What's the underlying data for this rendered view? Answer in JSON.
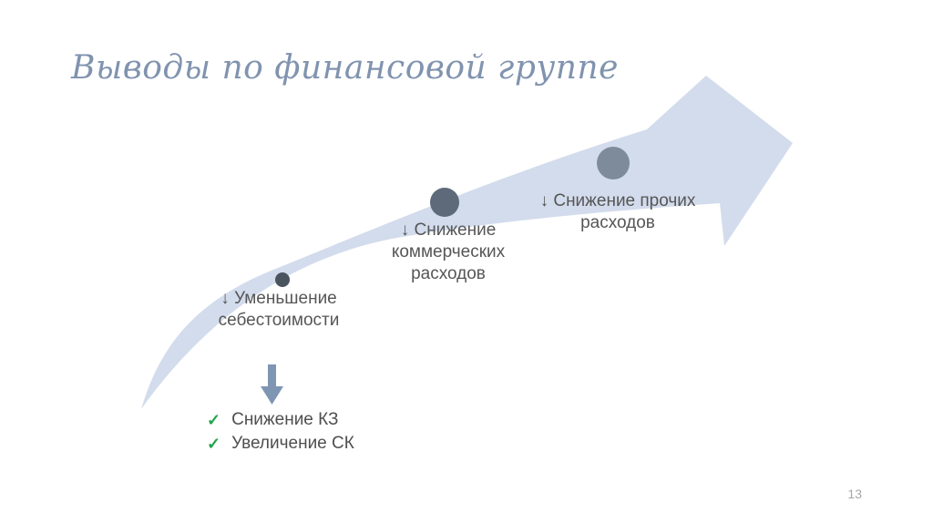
{
  "slide": {
    "title": "Выводы по финансовой группе",
    "page_number": "13"
  },
  "diagram": {
    "steps": [
      {
        "label": "↓ Уменьшение\nсебестоимости"
      },
      {
        "label": "↓ Снижение\nкоммерческих\nрасходов"
      },
      {
        "label": "↓ Снижение прочих\nрасходов"
      }
    ],
    "checklist": {
      "check_glyph": "✓",
      "items": [
        "Снижение КЗ",
        "Увеличение СК"
      ]
    },
    "colors": {
      "swoosh": "#d3dcec",
      "dot_small": "#49545f",
      "dot_medium": "#5e6a79",
      "dot_large": "#7e8b9b",
      "down_arrow": "#7f96b3",
      "check": "#21a44c",
      "title": "#8093af",
      "text": "#565656",
      "page_number": "#a6a6a6"
    }
  }
}
